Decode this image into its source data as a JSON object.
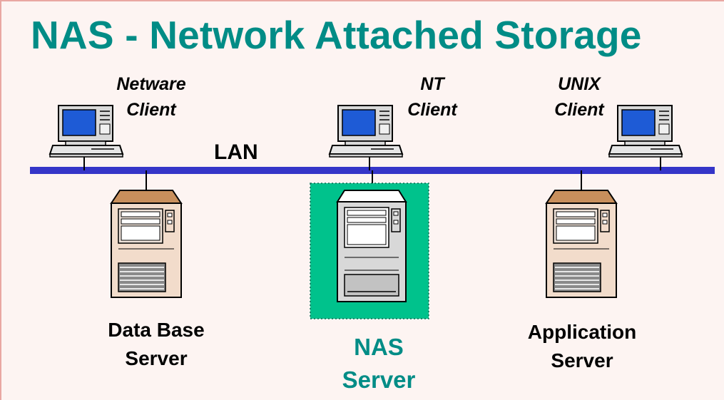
{
  "title": "NAS - Network Attached Storage",
  "network": {
    "label": "LAN"
  },
  "clients": [
    {
      "line1": "Netware",
      "line2": "Client"
    },
    {
      "line1": "NT",
      "line2": "Client"
    },
    {
      "line1": "UNIX",
      "line2": "Client"
    }
  ],
  "servers": [
    {
      "line1": "Data Base",
      "line2": "Server"
    },
    {
      "line1": "NAS",
      "line2": "Server"
    },
    {
      "line1": "Application",
      "line2": "Server"
    }
  ],
  "colors": {
    "title": "#008c86",
    "lan_bus": "#3535c8",
    "screen": "#1e5bd6",
    "nas_highlight": "#00c28c",
    "nas_label": "#008c86",
    "server_roof": "#c88f5c",
    "server_body": "#f2dccb"
  }
}
